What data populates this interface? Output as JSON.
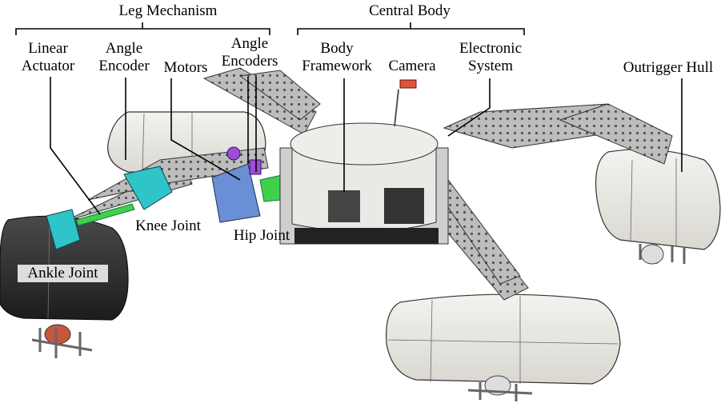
{
  "groups": {
    "leg_mechanism": "Leg Mechanism",
    "central_body": "Central Body"
  },
  "labels": {
    "linear_actuator": [
      "Linear",
      "Actuator"
    ],
    "angle_encoder": [
      "Angle",
      "Encoder"
    ],
    "motors": "Motors",
    "angle_encoders": [
      "Angle",
      "Encoders"
    ],
    "body_framework": [
      "Body",
      "Framework"
    ],
    "camera": "Camera",
    "electronic_system": [
      "Electronic",
      "System"
    ],
    "outrigger_hull": "Outrigger Hull",
    "knee_joint": "Knee Joint",
    "hip_joint": "Hip Joint",
    "ankle_joint": "Ankle Joint"
  },
  "colors": {
    "hull": "#ecebe6",
    "hull_dark": "#2a2a2a",
    "metal": "#b9b9b9",
    "cyan": "#2ec4c8",
    "blue": "#6b8fd6",
    "green": "#3fd14a",
    "purple": "#9b4fd8",
    "camera": "#e0553a"
  }
}
